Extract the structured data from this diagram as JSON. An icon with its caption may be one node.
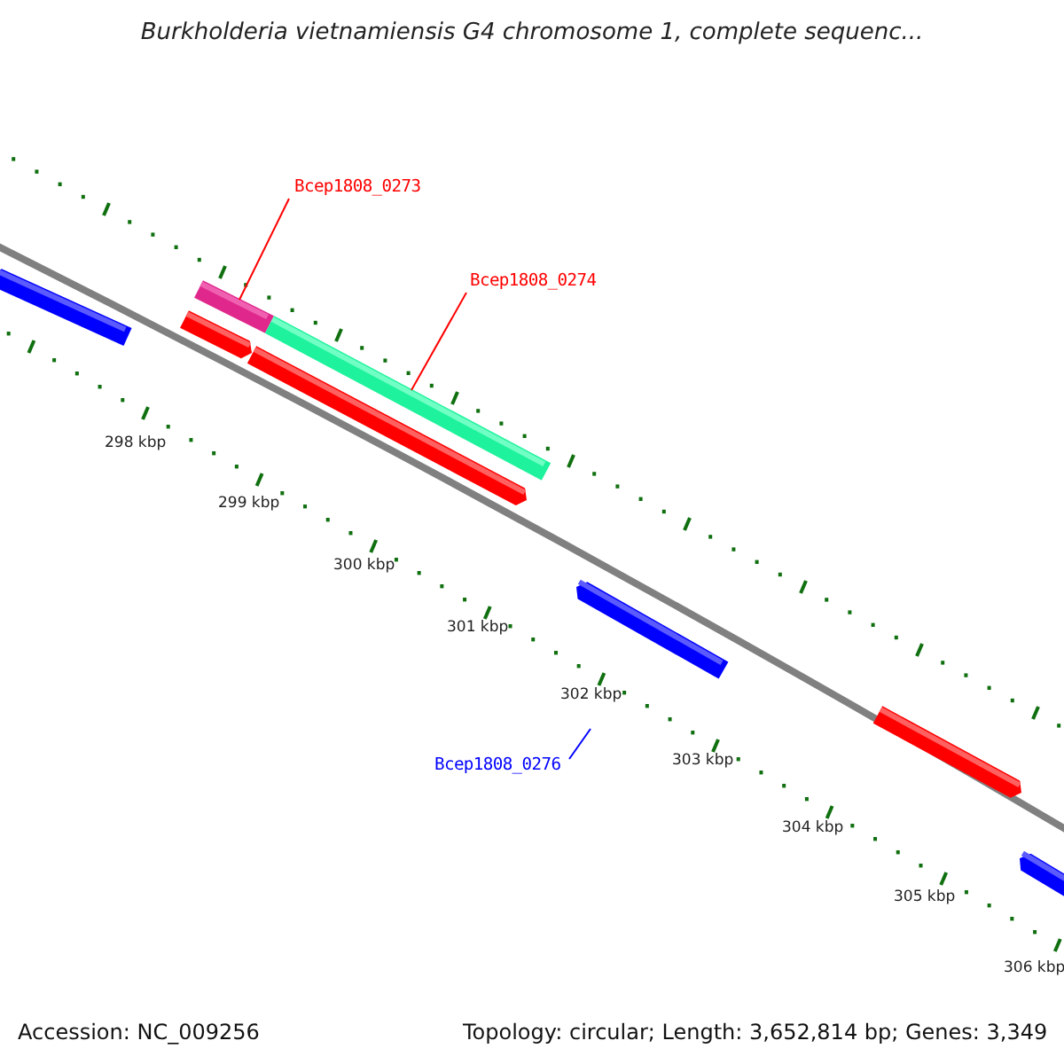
{
  "diagram": {
    "title": "Burkholderia vietnamiensis G4 chromosome 1, complete sequenc...",
    "nodes": [
      {
        "text": [
          "Bcep1808_0273"
        ]
      },
      {
        "text": [
          "Bcep1808_0274"
        ]
      },
      {
        "text": [],
        "shape": "bar"
      },
      {
        "text": [],
        "shape": "bar"
      },
      {
        "text": [],
        "shape": "bar"
      },
      {
        "text": [],
        "shape": "bar"
      },
      {
        "text": [],
        "shape": "bar"
      },
      {
        "text": [],
        "shape": "bar"
      },
      {
        "text": [
          "Bcep1808_0276"
        ]
      },
      {
        "text": [],
        "shape": "bar"
      },
      {
        "text": [],
        "shape": "bar"
      }
    ],
    "edges": [
      {
        "from": 0,
        "to": 3,
        "arrow": "none"
      },
      {
        "from": 1,
        "to": 4,
        "arrow": "none"
      },
      {
        "from": 8,
        "to": null,
        "arrow": "none",
        "color": "#0000ff"
      }
    ],
    "labels": [
      "298 kbp",
      "299 kbp",
      "300 kbp",
      "301 kbp",
      "302 kbp",
      "303 kbp",
      "304 kbp",
      "305 kbp",
      "306 kbp",
      "Accession: NC_009256",
      "Topology: circular; Length: 3,652,814 bp; Genes: 3,349"
    ]
  }
}
